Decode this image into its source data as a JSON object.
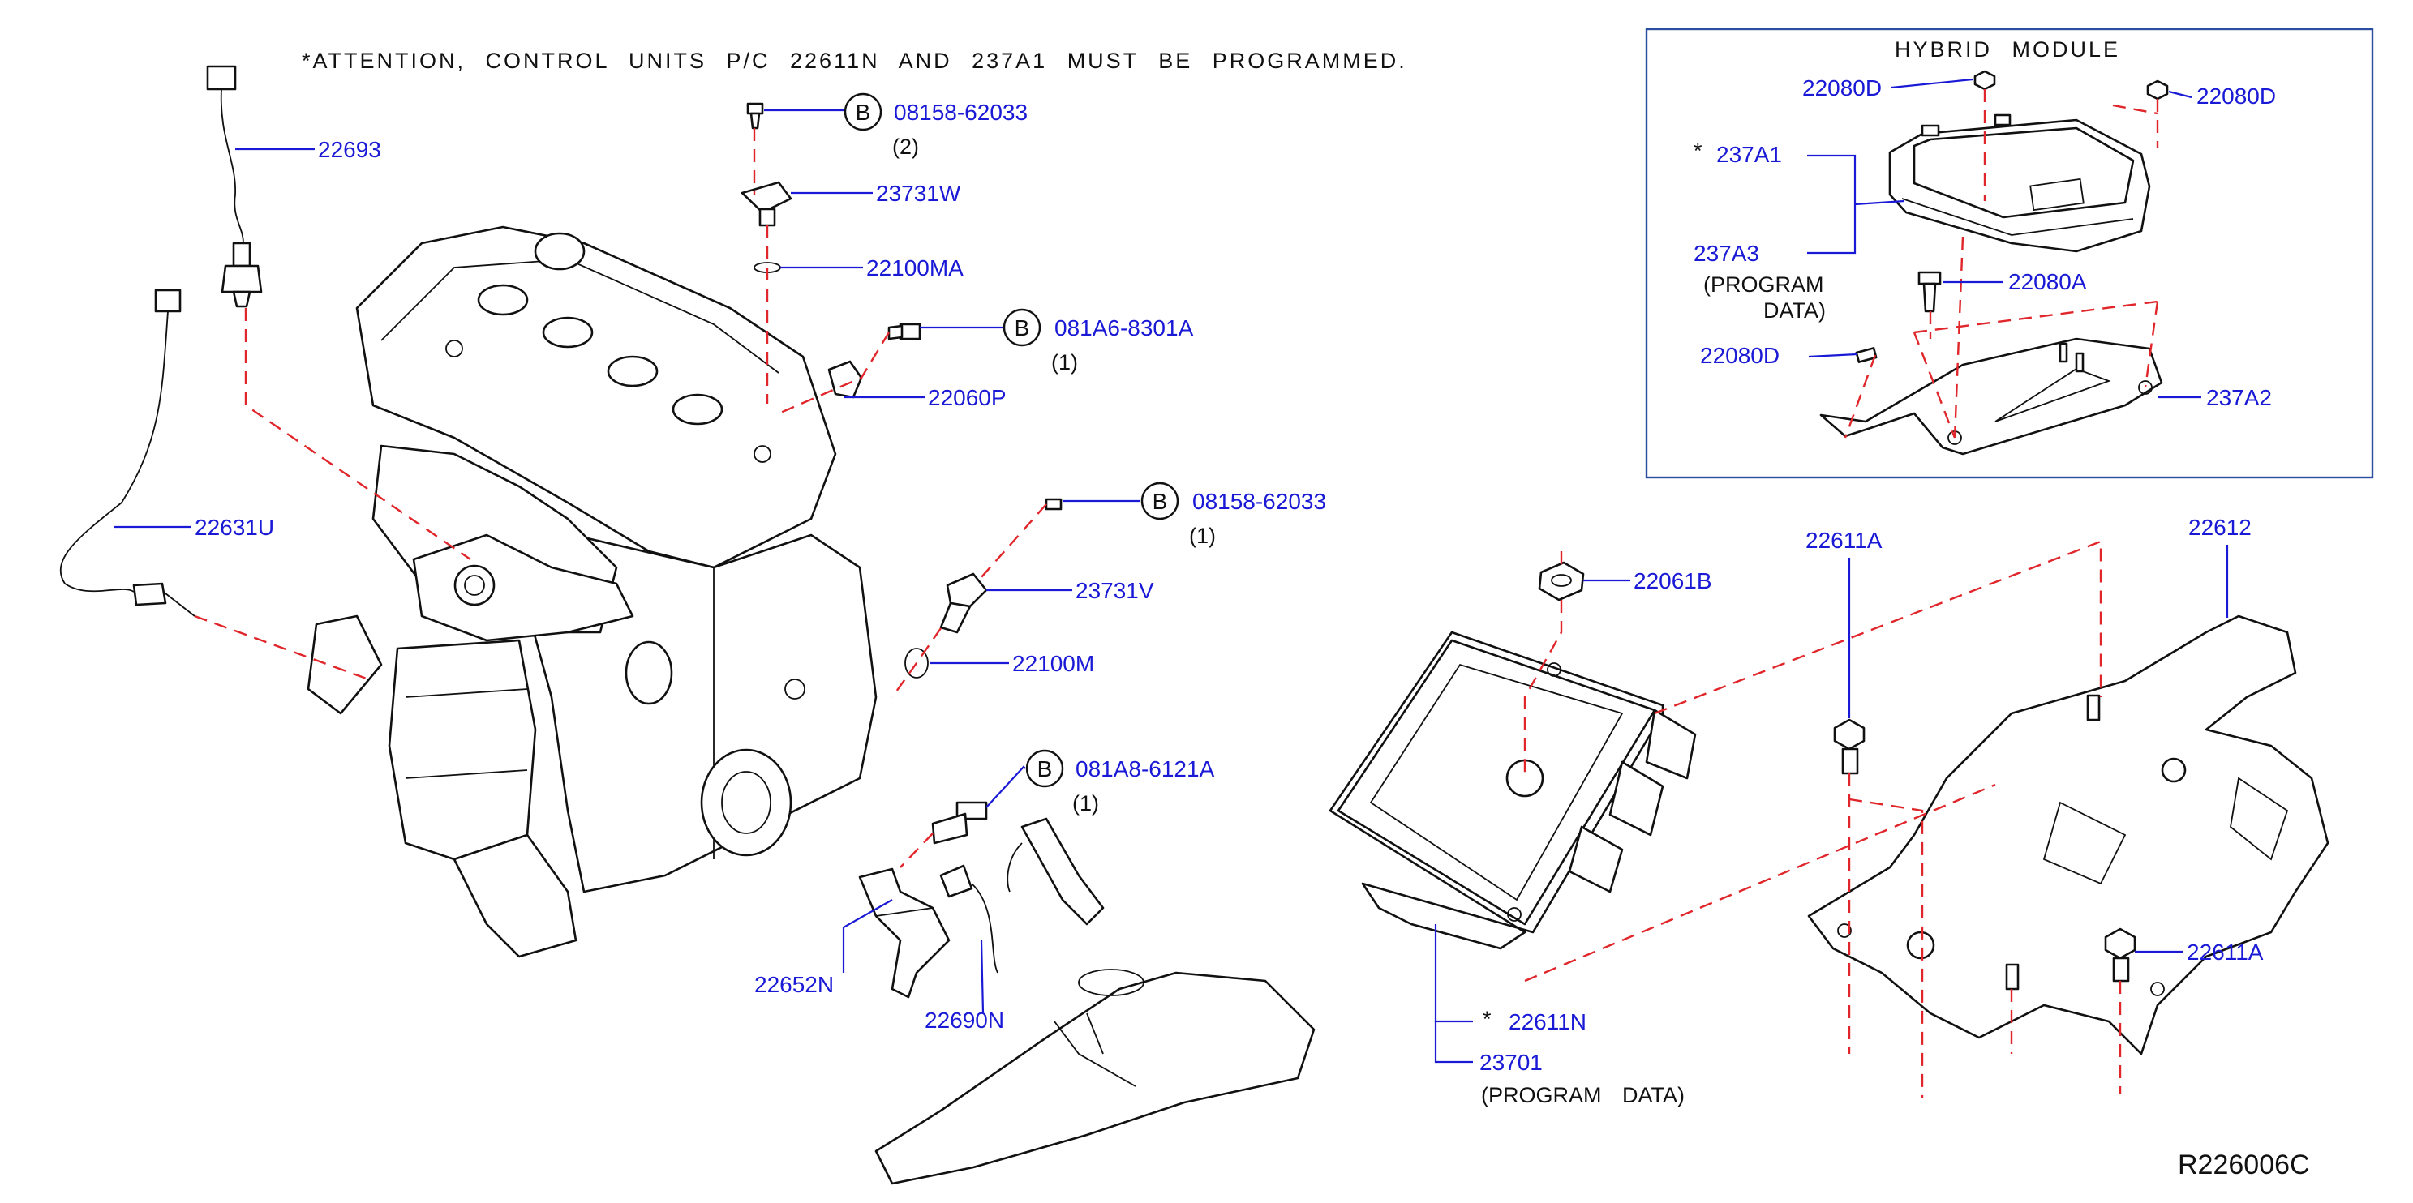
{
  "attention_note": "*ATTENTION, CONTROL UNITS P/C 22611N AND 237A1 MUST BE PROGRAMMED.",
  "hybrid_module": {
    "title": "HYBRID MODULE",
    "labels": {
      "bolt_top_left": "22080D",
      "bolt_top_right": "22080D",
      "asterisk": "*",
      "module_237a1": "237A1",
      "module_237a3": "237A3",
      "program_line1": "(PROGRAM",
      "program_line2": "DATA)",
      "bolt_22080a": "22080A",
      "bolt_left": "22080D",
      "bracket_237a2": "237A2"
    }
  },
  "engine_parts": {
    "p22693": "22693",
    "p22631u": "22631U",
    "p23731w": "23731W",
    "p22100ma": "22100MA",
    "p22060p": "22060P",
    "p23731v": "23731V",
    "p22100m": "22100M",
    "p22652n": "22652N",
    "p22690n": "22690N"
  },
  "bolt_callouts": [
    {
      "symbol": "B",
      "part": "08158-62033",
      "qty": "(2)"
    },
    {
      "symbol": "B",
      "part": "081A6-8301A",
      "qty": "(1)"
    },
    {
      "symbol": "B",
      "part": "08158-62033",
      "qty": "(1)"
    },
    {
      "symbol": "B",
      "part": "081A8-6121A",
      "qty": "(1)"
    }
  ],
  "ecm_parts": {
    "p22061b": "22061B",
    "p22611a_top": "22611A",
    "p22612": "22612",
    "p22611a_right": "22611A",
    "asterisk": "*",
    "p22611n": "22611N",
    "p23701": "23701",
    "program_data": "(PROGRAM DATA)"
  },
  "reference_code": "R226006C",
  "colors": {
    "part_number_text": "#1a1ad6",
    "leader_line": "#1a1ad6",
    "dashed_line": "#e0262a",
    "module_frame": "#2b4fa0",
    "outline": "#111111"
  }
}
